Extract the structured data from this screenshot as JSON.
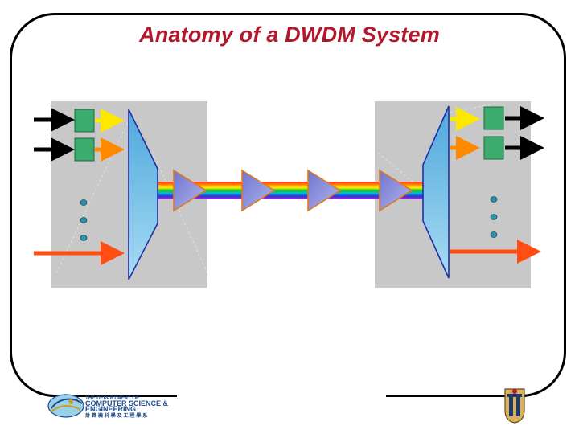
{
  "slide": {
    "title": "Anatomy of a DWDM System",
    "department_logo": {
      "line1": "THE DEPARTMENT OF",
      "line2": "COMPUTER SCIENCE &",
      "line3": "ENGINEERING",
      "line4": "計 算 機 科 學 及 工 程 學 系"
    },
    "university_logo": "hkust-logo-icon"
  },
  "diagram": {
    "components": [
      "multiplexer",
      "amplifier",
      "amplifier",
      "amplifier",
      "amplifier",
      "demultiplexer"
    ],
    "input_channels": 3,
    "output_channels": 3,
    "colors": {
      "panel": "#c8c8c8",
      "mux": "#6cbde6",
      "mux_edge": "#1f2fa8",
      "amplifier": "#8a8ed6",
      "amplifier_edge": "#e07a1c",
      "transmitter": "#3daa6e",
      "channel_yellow": "#ffe800",
      "channel_orange": "#ff8a00",
      "channel_red": "#ff4d14",
      "dot": "#2f8fa8",
      "title": "#b2182b"
    }
  }
}
